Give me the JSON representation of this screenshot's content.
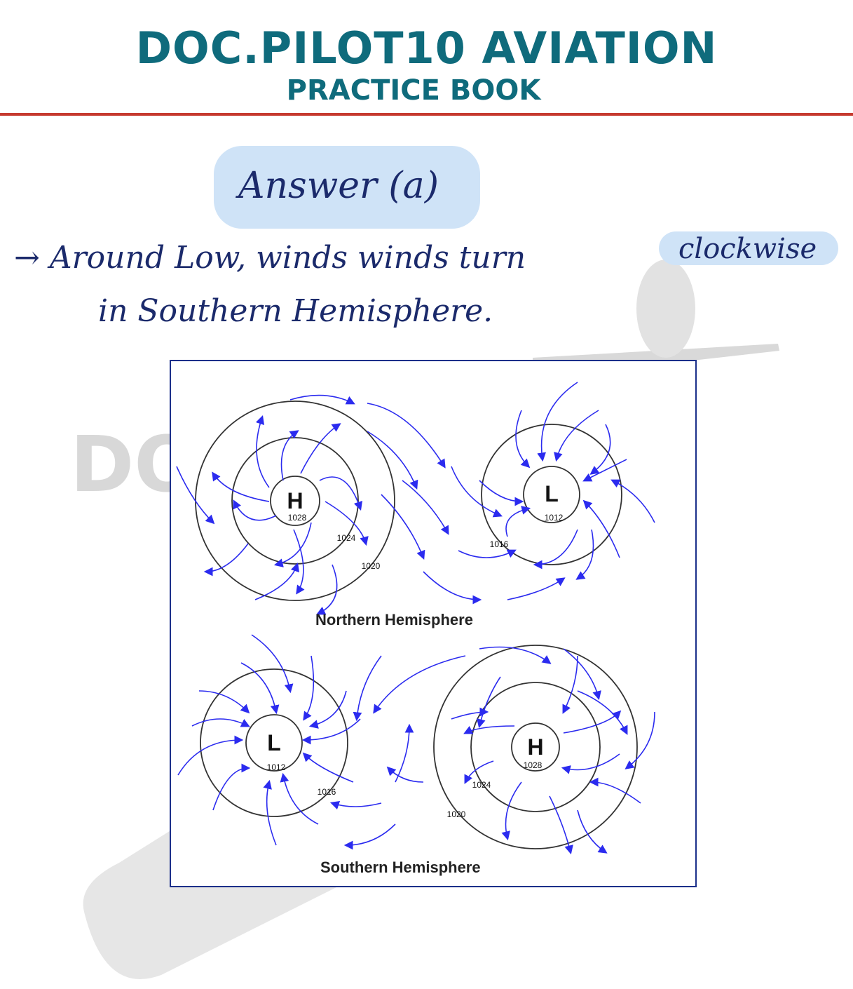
{
  "header": {
    "title": "DOC.PILOT10 AVIATION",
    "subtitle": "PRACTICE BOOK",
    "rule_color": "#c63a2f",
    "brand_color": "#0f6b7c"
  },
  "watermark": {
    "text": "DO"
  },
  "notes": {
    "answer": "Answer (a)",
    "line1_prefix": "→ Around Low, winds winds turn",
    "line1_highlight": "clockwise",
    "line2": "in Southern Hemisphere."
  },
  "diagram": {
    "northern_label": "Northern Hemisphere",
    "southern_label": "Southern Hemisphere",
    "arrow_color": "#2b2bef",
    "isobar_color": "#333333",
    "northern": {
      "high": {
        "letter": "H",
        "pressure": "1028"
      },
      "low": {
        "letter": "L",
        "pressure": "1012"
      },
      "isobars": [
        "1024",
        "1020",
        "1016"
      ]
    },
    "southern": {
      "low": {
        "letter": "L",
        "pressure": "1012"
      },
      "high": {
        "letter": "H",
        "pressure": "1028"
      },
      "isobars": [
        "1016",
        "1024",
        "1020"
      ]
    }
  }
}
